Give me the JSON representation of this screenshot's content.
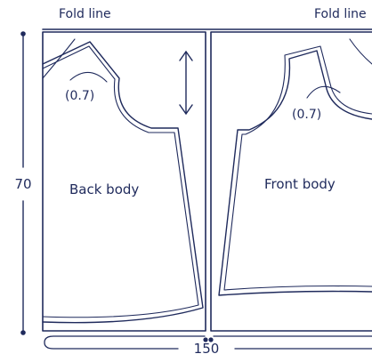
{
  "labels": {
    "fold_left": "Fold line",
    "fold_right": "Fold line",
    "back_body": "Back body",
    "front_body": "Front body",
    "allowance_back": "(0.7)",
    "allowance_front": "(0.7)",
    "height_dim": "70",
    "width_dim": "150"
  },
  "colors": {
    "ink": "#1f2a5c",
    "background": "#ffffff"
  }
}
